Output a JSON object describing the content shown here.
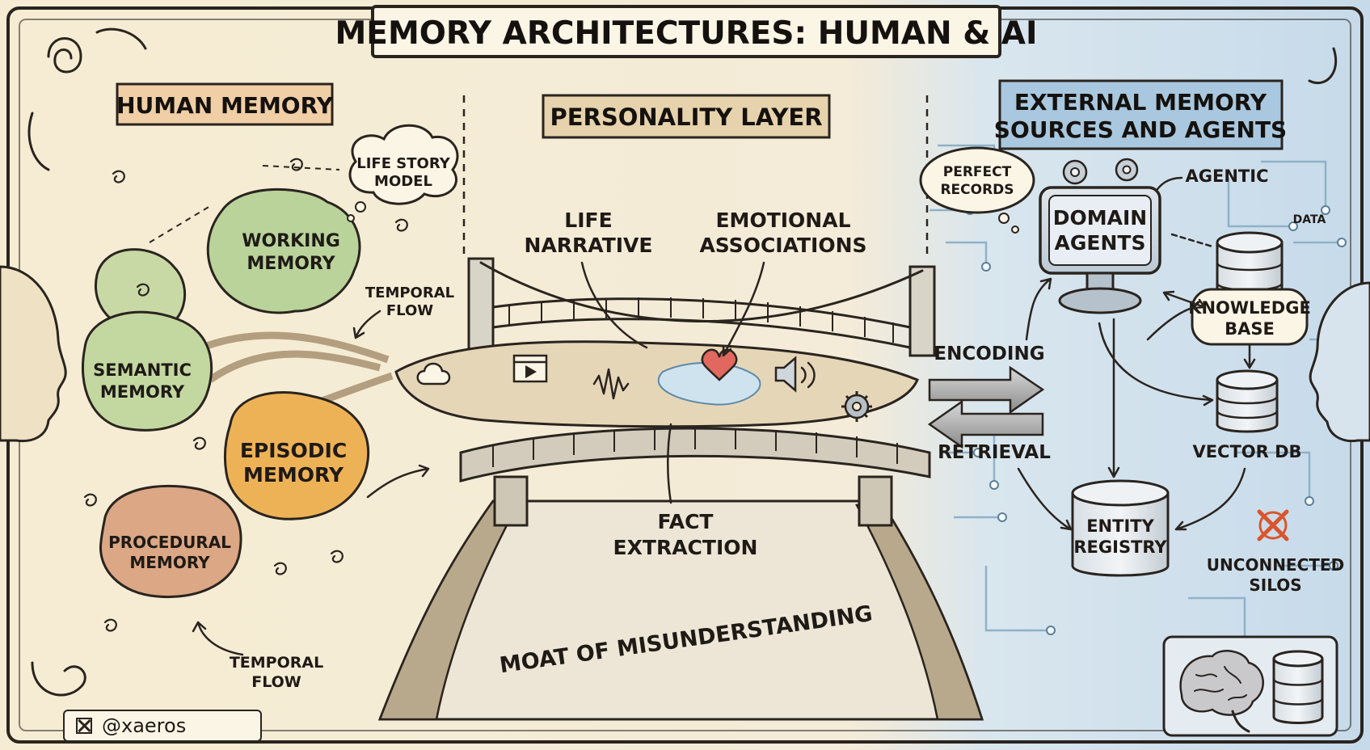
{
  "title": "MEMORY ARCHITECTURES: HUMAN & AI",
  "sections": {
    "human": "HUMAN MEMORY",
    "personality": "PERSONALITY LAYER",
    "external": [
      "EXTERNAL MEMORY",
      "SOURCES AND AGENTS"
    ]
  },
  "human_nodes": {
    "working": [
      "WORKING",
      "MEMORY"
    ],
    "semantic": [
      "SEMANTIC",
      "MEMORY"
    ],
    "episodic": [
      "EPISODIC",
      "MEMORY"
    ],
    "procedural": [
      "PROCEDURAL",
      "MEMORY"
    ],
    "life_story": [
      "LIFE STORY",
      "MODEL"
    ],
    "temporal_flow_top": [
      "TEMPORAL",
      "FLOW"
    ],
    "temporal_flow_bottom": [
      "TEMPORAL",
      "FLOW"
    ]
  },
  "bridge": {
    "life_narrative": [
      "LIFE",
      "NARRATIVE"
    ],
    "emotional": [
      "EMOTIONAL",
      "ASSOCIATIONS"
    ],
    "fact_extraction": [
      "FACT",
      "EXTRACTION"
    ],
    "moat": "MOAT OF MISUNDERSTANDING",
    "encoding": "ENCODING",
    "retrieval": "RETRIEVAL"
  },
  "ai_nodes": {
    "perfect_records": [
      "PERFECT",
      "RECORDS"
    ],
    "agentic": "AGENTIC",
    "data": "DATA",
    "domain_agents": [
      "DOMAIN",
      "AGENTS"
    ],
    "knowledge_base": [
      "KNOWLEDGE",
      "BASE"
    ],
    "vector_db": "VECTOR DB",
    "entity_registry": [
      "ENTITY",
      "REGISTRY"
    ],
    "unconnected_silos": [
      "UNCONNECTED",
      "SILOS"
    ]
  },
  "credit": "@xaeros",
  "colors": {
    "parchment": "#f4ead2",
    "ai_panel": "#cfe0ec",
    "working": "#b9d39a",
    "semantic": "#c3d8a0",
    "episodic": "#eeb256",
    "procedural": "#dba784",
    "human_header": "#f1cfa6",
    "personality_header": "#e6d2ac",
    "external_header": "#a9c8df",
    "heart": "#e0685e",
    "cross": "#d9552e",
    "ink": "#2a241f"
  }
}
